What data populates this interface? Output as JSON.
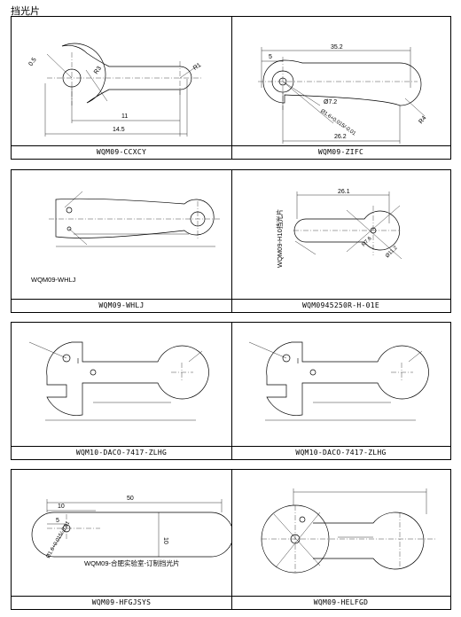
{
  "title": "挡光片",
  "panels": [
    {
      "caption": "WQM09-CCXCY",
      "dims": {
        "d_hole": "0.5",
        "r_large": "R3",
        "r_small": "R1",
        "len_inner": "11",
        "len_total": "14.5"
      }
    },
    {
      "caption": "WQM09-ZIFC",
      "dims": {
        "width_total": "35.2",
        "offset": "5",
        "hole_dia": "Ø7.2",
        "tol": "Ø1.6+0.015/-0.01",
        "radius": "R4",
        "width_inner": "26.2"
      }
    },
    {
      "caption": "WQM09-WHLJ",
      "note": "WQM09-WHLJ"
    },
    {
      "caption": "WQM0945250R-H-01E",
      "dims": {
        "width": "26.1",
        "r1": "R7.6",
        "r2": "Ø11.2"
      },
      "side_text": "WQM09-H10挡光片"
    },
    {
      "caption": "WQM10-DACO-7417-ZLHG"
    },
    {
      "caption": "WQM10-DACO-7417-ZLHG"
    },
    {
      "caption": "WQM09-HFGJSYS",
      "dims": {
        "width": "50",
        "offset": "10",
        "small": "5",
        "height": "10",
        "tol": "Ø1.6+0.015/-0.01"
      },
      "note": "WQM09-合肥实验室-订制挡光片"
    },
    {
      "caption": "WQM09-HELFGD"
    }
  ]
}
